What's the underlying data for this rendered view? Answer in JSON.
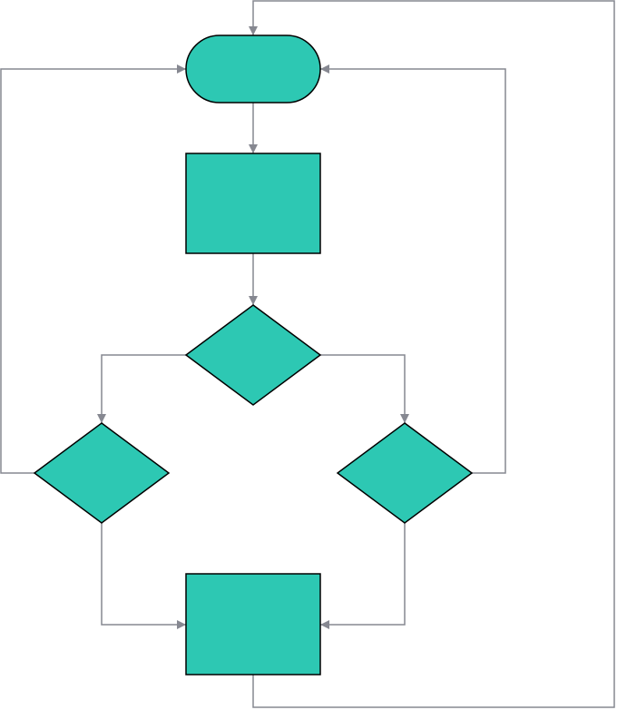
{
  "diagram": {
    "type": "flowchart",
    "colors": {
      "node_fill": "#2dc8b3",
      "node_stroke": "#000000",
      "connector": "#868891",
      "background": "#ffffff"
    },
    "nodes": [
      {
        "id": "start",
        "shape": "terminal"
      },
      {
        "id": "process-1",
        "shape": "rectangle"
      },
      {
        "id": "decision-1",
        "shape": "diamond"
      },
      {
        "id": "decision-left",
        "shape": "diamond"
      },
      {
        "id": "decision-right",
        "shape": "diamond"
      },
      {
        "id": "process-2",
        "shape": "rectangle"
      }
    ],
    "edges": [
      {
        "from": "start",
        "to": "process-1"
      },
      {
        "from": "process-1",
        "to": "decision-1"
      },
      {
        "from": "decision-1",
        "to": "decision-left"
      },
      {
        "from": "decision-1",
        "to": "decision-right"
      },
      {
        "from": "decision-left",
        "to": "start"
      },
      {
        "from": "decision-right",
        "to": "start"
      },
      {
        "from": "decision-left",
        "to": "process-2"
      },
      {
        "from": "decision-right",
        "to": "process-2"
      },
      {
        "from": "process-2",
        "to": "start"
      }
    ]
  }
}
